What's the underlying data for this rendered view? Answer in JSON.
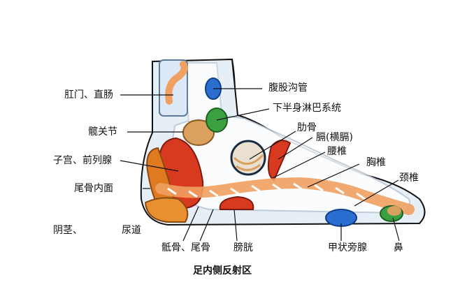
{
  "caption": "足内侧反射区",
  "labels": {
    "anus_rectum": "肛门、直肠",
    "hip_joint": "髋关节",
    "uterus_prostate": "子宫、前列腺",
    "coccyx_inner": "尾骨内面",
    "penis": "阴茎、",
    "urethra": "尿道",
    "sacrum_coccyx": "骶骨、尾骨",
    "bladder": "膀胱",
    "inguinal_canal": "腹股沟管",
    "lower_lymph": "下半身淋巴系统",
    "ribs": "肋骨",
    "diaphragm": "膈(横膈)",
    "lumbar": "腰椎",
    "thoracic": "胸椎",
    "cervical": "颈椎",
    "parathyroid": "甲状旁腺",
    "nose": "鼻"
  },
  "colors": {
    "foot_fill": "#e6eef6",
    "bone_fill": "#ffffff",
    "spine_orange": "#f0a060",
    "red_zone": "#d83a20",
    "orange_zone": "#e07a20",
    "blue_zone": "#2a6fd0",
    "green_zone": "#3aa040",
    "tan_zone": "#d9a060",
    "leader_line": "#111111"
  }
}
